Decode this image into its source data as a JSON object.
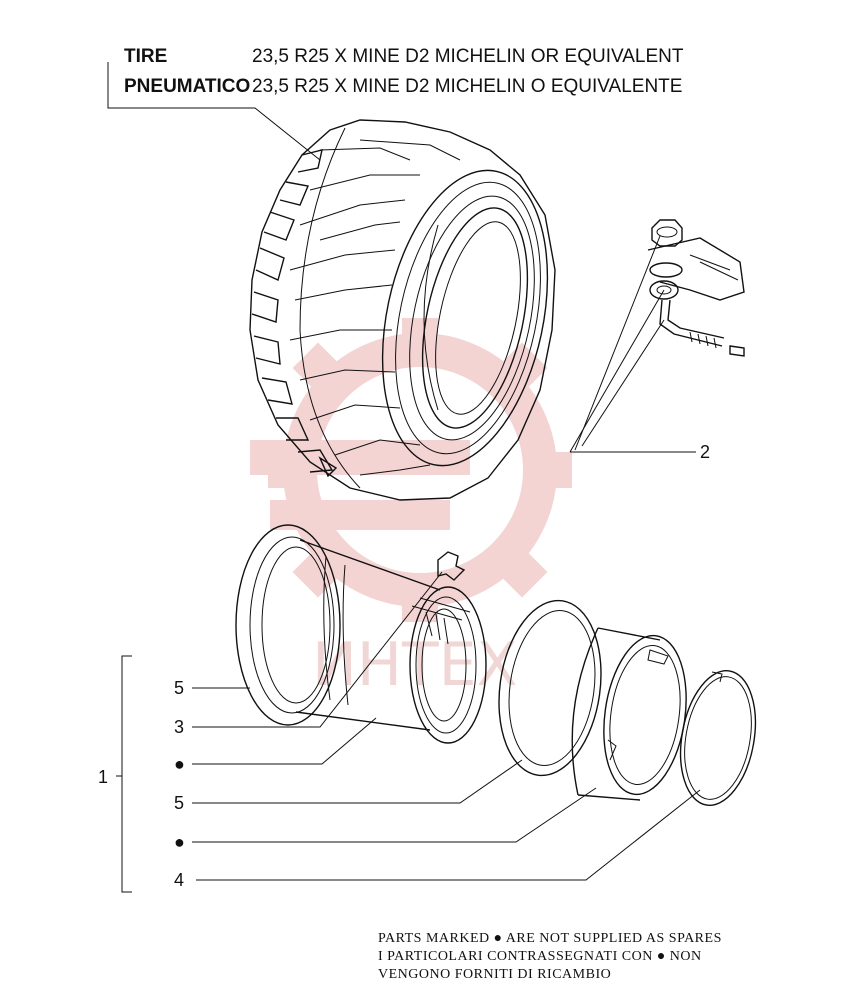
{
  "header": {
    "rows": [
      {
        "label": "TIRE",
        "value": "23,5 R25 X MINE D2 MICHELIN OR EQUIVALENT"
      },
      {
        "label": "PNEUMATICO",
        "value": "23,5 R25 X MINE D2 MICHELIN O EQUIVALENTE"
      }
    ]
  },
  "watermark": {
    "text": "ИНТЕХ",
    "color": "#e8a0a0"
  },
  "callouts": {
    "item1": "1",
    "item2": "2",
    "rim_flange_5": "5",
    "valve_3": "3",
    "rim_marker": "●",
    "ring_5": "5",
    "base_marker": "●",
    "lock_ring_4": "4"
  },
  "footnote": {
    "lines": [
      "PARTS MARKED ● ARE NOT SUPPLIED AS SPARES",
      "I PARTICOLARI CONTRASSEGNATI CON ● NON",
      "VENGONO FORNITI DI RICAMBIO"
    ]
  },
  "colors": {
    "ink": "#111111",
    "watermark": "#e8a0a0"
  }
}
